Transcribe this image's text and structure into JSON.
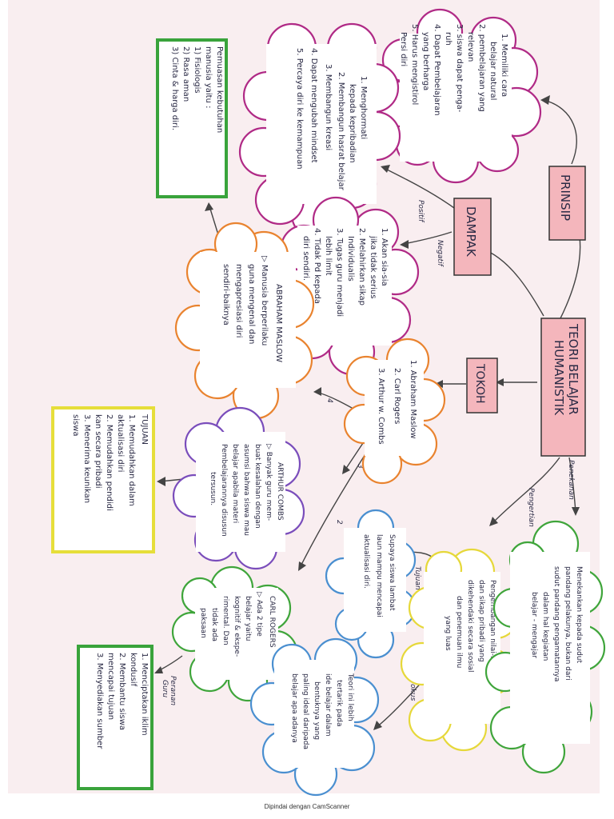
{
  "map": {
    "center": [
      "TEORI BELAJAR",
      "HUMANISTIK"
    ],
    "prinsip": "PRINSIP",
    "dampak": "DAMPAK",
    "tokoh": "TOKOH",
    "link_positif": "Positif",
    "link_negatif": "Negatif",
    "link_penekanan": "Penekanan",
    "link_pengertian": "Pengertian",
    "link_tujuan": "Tujuan",
    "link_fokus": "Fokus",
    "link_peranan_guru": [
      "Peranan",
      "Guru"
    ],
    "num_4": "4",
    "num_3": "3",
    "num_2": "2",
    "prinsip_list": [
      "1. Memiliki cara",
      "belajar natural",
      "2. pembelajaran yang",
      "relevan",
      "3. siswa dapat penga-",
      "ruh",
      "4. Dapat Pembelajaran",
      "yang berharga",
      "5. Harus mengistirol",
      "Persi diri"
    ],
    "positif_list": [
      "1. Menghormati",
      "kepada kepribadian",
      "2. Membangun hasrat belajar",
      "3. Membangun kreasi",
      "4. Dapat mengubah mindset",
      "5. Percaya diri ke kemampuan"
    ],
    "negatif_list": [
      "1. Akan sia-sia",
      "jika tidak serius",
      "2. Melahirkan sikap",
      "Individualis",
      "3. Tugas guru menjadi",
      "lebih limit",
      "4. Tidak Pd kepada",
      "diri sendiri."
    ],
    "kebutuhan": [
      "Pemuasan kebutuhan",
      "manusia yaitu :",
      "1) Fisiologis",
      "2) Rasa aman",
      "3) Cinta & harga diri."
    ],
    "tokoh_list": [
      "1. Abraham Maslow",
      "2. Carl Rogers",
      "3. Arthur w. Combs"
    ],
    "maslow": [
      "ABRAHAM MASLOW",
      "▷ Manusia berperilaku",
      "guna mengenal dan",
      "mengapresiasi diri",
      "sendiri-baiknya"
    ],
    "combs": [
      "ARTHUR COMBS",
      "▷ Banyak guru mem-",
      "buat kesalahan dengan",
      "asumsi bahwa siswa mau",
      "belajar apabila materi",
      "Pembelajarannya disusun",
      "tersusun."
    ],
    "tujuan": [
      "TUJUAN",
      "1. Memudahkan dalam",
      "aktualisasi diri",
      "2. Memudahkan pendidi",
      "kan secara pribadi",
      "3. Menerima keunikan",
      "siswa"
    ],
    "rogers": [
      "CARL ROGERS",
      "▷ Ada 2 tipe",
      "belajar yaitu",
      "kognitif & ekspe-",
      "rimental. Dan",
      "tidak ada",
      "paksaan"
    ],
    "peranan": [
      "1. Menciptakan iklim",
      "kondusif",
      "2. Membantu siswa",
      "mencapai tujuan",
      "3. Menyediakan sumber"
    ],
    "penekanan": [
      "Menekankan kepada sudut",
      "pandang pelakunya, bukan dari",
      "sudut pandang pengamatannya",
      "dalam hal kegiatan",
      "belajar - mengajar"
    ],
    "pengertian": [
      "Pengembangan nilai-nilai",
      "dan sikap pribadi yang",
      "dikehendaki secara sosial",
      "dan penemuan ilmu",
      "yang luas"
    ],
    "aktualisasi": [
      "Supaya siswa lambat",
      "laun mampu mencapai",
      "aktualisasi diri."
    ],
    "teori": [
      "Teori ini lebih",
      "tertarik pada",
      "ide belajar dalam",
      "bentuknya yang",
      "paling ideal daripada",
      "belajar apa adanya"
    ]
  },
  "footer": "Dipindai dengan CamScanner"
}
